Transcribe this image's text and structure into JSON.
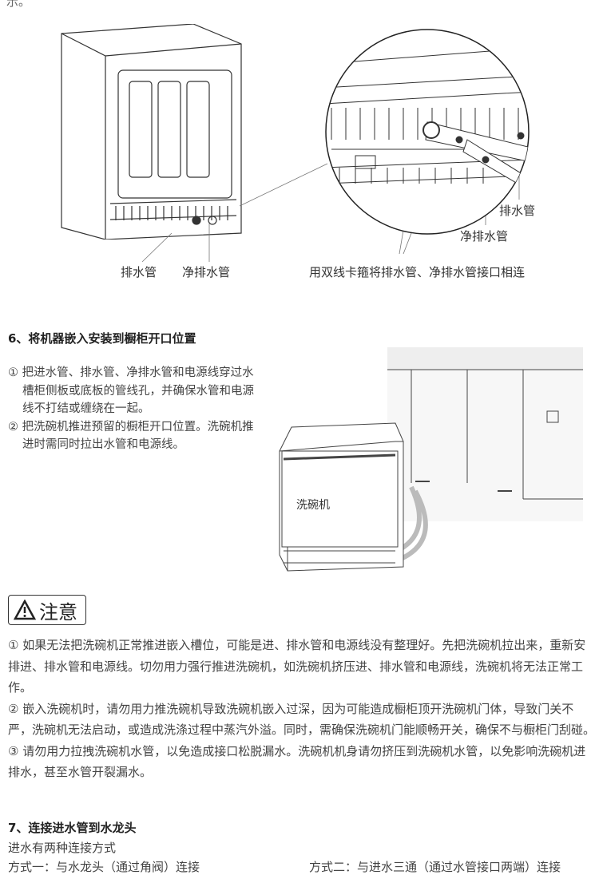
{
  "top_fragment": "示。",
  "figure1": {
    "labels": {
      "drain_left": "排水管",
      "clean_drain_left": "净排水管",
      "drain_right": "排水管",
      "clean_drain_right": "净排水管",
      "clamp_note": "用双线卡箍将排水管、净排水管接口相连"
    }
  },
  "section6": {
    "title": "6、将机器嵌入安装到橱柜开口位置",
    "steps": [
      "① 把进水管、排水管、净排水管和电源线穿过水槽柜侧板或底板的管线孔，并确保水管和电源线不打结或缠绕在一起。",
      "② 把洗碗机推进预留的橱柜开口位置。洗碗机推进时需同时拉出水管和电源线。"
    ],
    "figure_label": "洗碗机"
  },
  "notice": {
    "title": "注意",
    "icon": "warning-triangle-icon",
    "paragraphs": [
      "① 如果无法把洗碗机正常推进嵌入槽位，可能是进、排水管和电源线没有整理好。先把洗碗机拉出来，重新安排进、排水管和电源线。切勿用力强行推进洗碗机，如洗碗机挤压进、排水管和电源线，洗碗机将无法正常工作。",
      "② 嵌入洗碗机时，请勿用力推洗碗机导致洗碗机嵌入过深，因为可能造成橱柜顶开洗碗机门体，导致门关不严，洗碗机无法启动，或造成洗涤过程中蒸汽外溢。同时，需确保洗碗机门能顺畅开关，确保不与橱柜门刮碰。",
      "③ 请勿用力拉拽洗碗机水管，以免造成接口松脱漏水。洗碗机机身请勿挤压到洗碗机水管，以免影响洗碗机进排水，甚至水管开裂漏水。"
    ]
  },
  "section7": {
    "title": "7、连接进水管到水龙头",
    "intro": "进水有两种连接方式",
    "method1": "方式一：与水龙头（通过角阀）连接",
    "method2": "方式二：与进水三通（通过水管接口两端）连接"
  }
}
